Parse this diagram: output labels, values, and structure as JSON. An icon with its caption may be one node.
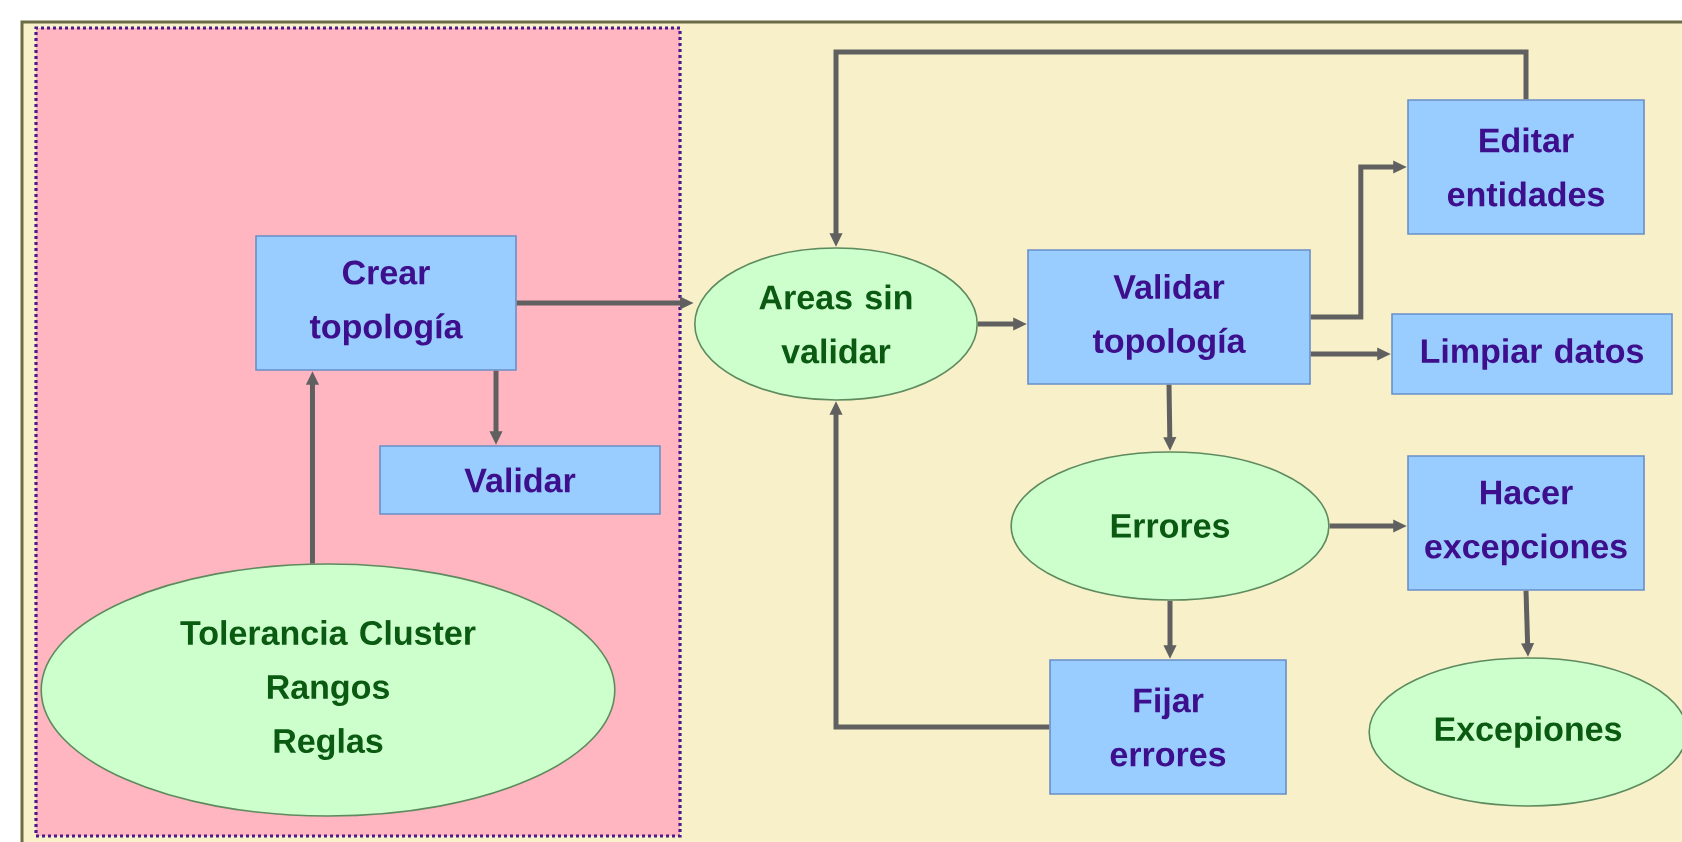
{
  "diagram": {
    "nodes": [
      {
        "text": [],
        "shape": "box"
      },
      {
        "text": [
          "Crear topología"
        ],
        "in": 0
      },
      {
        "text": [
          "Validar"
        ],
        "in": 0
      },
      {
        "text": [
          "Tolerancia Cluster",
          "Rangos",
          "Reglas"
        ],
        "in": 0
      },
      {
        "text": [
          "Areas sin validar"
        ]
      },
      {
        "text": [
          "Validar topología"
        ]
      },
      {
        "text": [
          "Editar entidades"
        ]
      },
      {
        "text": [
          "Limpiar datos"
        ]
      },
      {
        "text": [
          "Errores"
        ]
      },
      {
        "text": [
          "Hacer excepciones"
        ]
      },
      {
        "text": [
          "Fijar errores"
        ]
      },
      {
        "text": [
          "Excepiones"
        ]
      }
    ],
    "edges": [
      {
        "from": 3,
        "to": 1,
        "arrow": "to"
      },
      {
        "from": 1,
        "to": 2,
        "arrow": "to"
      },
      {
        "from": 1,
        "to": 4,
        "arrow": "to"
      },
      {
        "from": 4,
        "to": 5,
        "arrow": "to"
      },
      {
        "from": 5,
        "to": 6,
        "arrow": "to"
      },
      {
        "from": 5,
        "to": 7,
        "arrow": "to"
      },
      {
        "from": 5,
        "to": 8,
        "arrow": "to"
      },
      {
        "from": 6,
        "to": 4,
        "arrow": "to"
      },
      {
        "from": 8,
        "to": 9,
        "arrow": "to"
      },
      {
        "from": 8,
        "to": 10,
        "arrow": "to"
      },
      {
        "from": 10,
        "to": 4,
        "arrow": "to"
      },
      {
        "from": 9,
        "to": 11,
        "arrow": "to"
      }
    ]
  }
}
